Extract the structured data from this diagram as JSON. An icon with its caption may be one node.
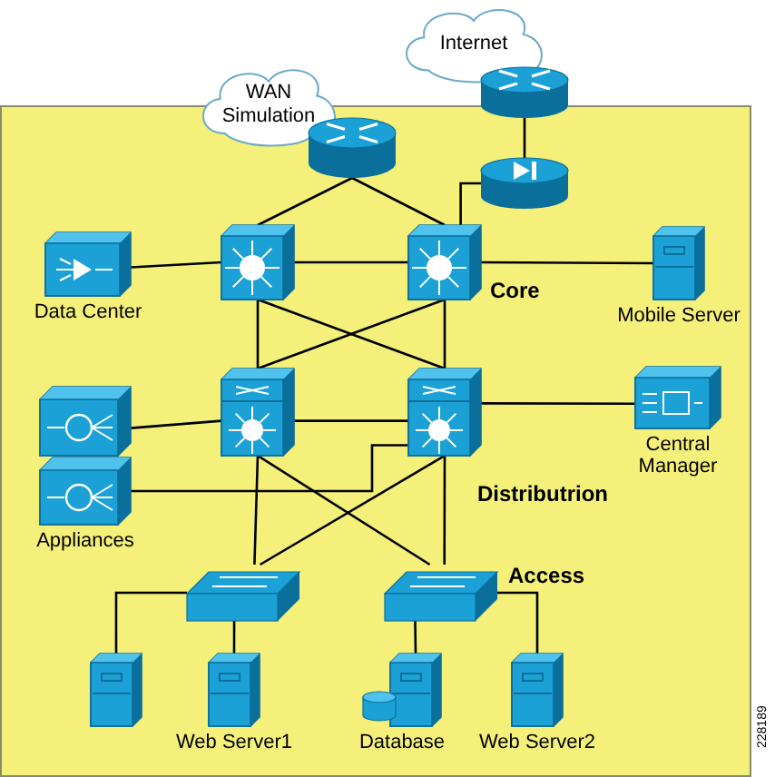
{
  "diagram": {
    "nodes": [
      {
        "text": [
          "WAN Simulation"
        ]
      },
      {
        "text": [
          "Internet"
        ]
      },
      {
        "text": [],
        "shape": "router"
      },
      {
        "text": [],
        "shape": "router"
      },
      {
        "text": [],
        "shape": "firewall"
      },
      {
        "text": [],
        "shape": "switch"
      },
      {
        "text": [],
        "shape": "switch"
      },
      {
        "text": [
          "Data Center"
        ]
      },
      {
        "text": [
          "Mobile Server"
        ]
      },
      {
        "text": [],
        "shape": "switch"
      },
      {
        "text": [],
        "shape": "switch"
      },
      {
        "text": [
          "Central Manager"
        ]
      },
      {
        "text": [],
        "shape": "box"
      },
      {
        "text": [
          "Appliances"
        ]
      },
      {
        "text": [],
        "shape": "switch"
      },
      {
        "text": [],
        "shape": "switch"
      },
      {
        "text": [],
        "shape": "server"
      },
      {
        "text": [
          "Web Server1"
        ]
      },
      {
        "text": [
          "Database"
        ]
      },
      {
        "text": [
          "Web Server2"
        ]
      }
    ],
    "edges": [
      {
        "from": 3,
        "to": 4,
        "arrow": "none"
      },
      {
        "from": 2,
        "to": 5,
        "arrow": "none"
      },
      {
        "from": 2,
        "to": 6,
        "arrow": "none"
      },
      {
        "from": 4,
        "to": 6,
        "arrow": "none"
      },
      {
        "from": 7,
        "to": 5,
        "arrow": "none"
      },
      {
        "from": 5,
        "to": 6,
        "arrow": "none"
      },
      {
        "from": 6,
        "to": 8,
        "arrow": "none"
      },
      {
        "from": 5,
        "to": 9,
        "arrow": "none"
      },
      {
        "from": 5,
        "to": 10,
        "arrow": "none"
      },
      {
        "from": 6,
        "to": 9,
        "arrow": "none"
      },
      {
        "from": 6,
        "to": 10,
        "arrow": "none"
      },
      {
        "from": 12,
        "to": 9,
        "arrow": "none"
      },
      {
        "from": 9,
        "to": 10,
        "arrow": "none"
      },
      {
        "from": 10,
        "to": 11,
        "arrow": "none"
      },
      {
        "from": 13,
        "to": 10,
        "arrow": "none"
      },
      {
        "from": 9,
        "to": 14,
        "arrow": "none"
      },
      {
        "from": 9,
        "to": 15,
        "arrow": "none"
      },
      {
        "from": 10,
        "to": 14,
        "arrow": "none"
      },
      {
        "from": 10,
        "to": 15,
        "arrow": "none"
      },
      {
        "from": 14,
        "to": 16,
        "arrow": "none"
      },
      {
        "from": 14,
        "to": 17,
        "arrow": "none"
      },
      {
        "from": 15,
        "to": 18,
        "arrow": "none"
      },
      {
        "from": 15,
        "to": 19,
        "arrow": "none"
      }
    ],
    "labels": [
      "Core",
      "Distributrion",
      "Access",
      "228189"
    ]
  }
}
